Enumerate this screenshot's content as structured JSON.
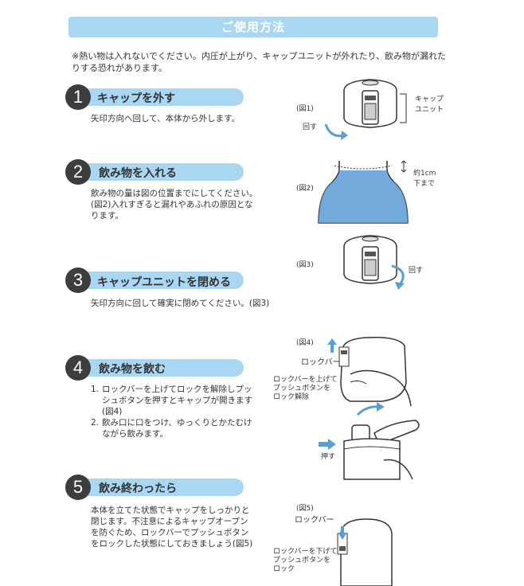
{
  "header": {
    "title": "ご使用方法"
  },
  "note": "※熱い物は入れないでください。内圧が上がり、キャップユニットが外れたり、飲み物が漏れたりする恐れがあります。",
  "steps": [
    {
      "number": "1",
      "title": "キャップを外す",
      "desc": "矢印方向へ回して、本体から外します。"
    },
    {
      "number": "2",
      "title": "飲み物を入れる",
      "desc": "飲み物の量は図の位置までにしてください。(図2)入れすぎると漏れやあふれの原因となります。"
    },
    {
      "number": "3",
      "title": "キャップユニットを閉める",
      "desc": "矢印方向に回して確実に閉めてください。(図3)"
    },
    {
      "number": "4",
      "title": "飲み物を飲む",
      "items": [
        "ロックバーを上げてロックを解除しプッシュボタンを押すとキャップが開きます(図4)",
        "飲み口に口をつけ、ゆっくりとかたむけながら飲みます。"
      ],
      "markers": [
        "1.",
        "2."
      ]
    },
    {
      "number": "5",
      "title": "飲み終わったら",
      "desc": "本体を立てた状態でキャップをしっかりと閉じます。不注意によるキャップオープンを防ぐため、ロックバーでプッシュボタンをロックした状態にしておきましょう(図5)"
    }
  ],
  "figures": {
    "fig1": {
      "label": "(図1)",
      "cap_unit": "キャップユニット",
      "cap_unit_line1": "キャップ",
      "cap_unit_line2": "ユニット",
      "turn": "回す"
    },
    "fig2": {
      "label": "(図2)",
      "level_line1": "約1cm",
      "level_line2": "下まで"
    },
    "fig3": {
      "label": "(図3)",
      "turn": "回す"
    },
    "fig4": {
      "label": "(図4)",
      "lock_bar": "ロックバー",
      "release_line1": "ロックバーを上げて",
      "release_line2": "プッシュボタンを",
      "release_line3": "ロック解除",
      "push": "押す"
    },
    "fig5": {
      "label": "(図5)",
      "lock_bar": "ロックバー",
      "lock_line1": "ロックバーを下げて",
      "lock_line2": "プッシュボタンを",
      "lock_line3": "ロック"
    }
  },
  "colors": {
    "accent": "#a9d6f3",
    "circle": "#3d3d3d",
    "arrow": "#5a9fd4",
    "water": "#5b9bd5"
  }
}
